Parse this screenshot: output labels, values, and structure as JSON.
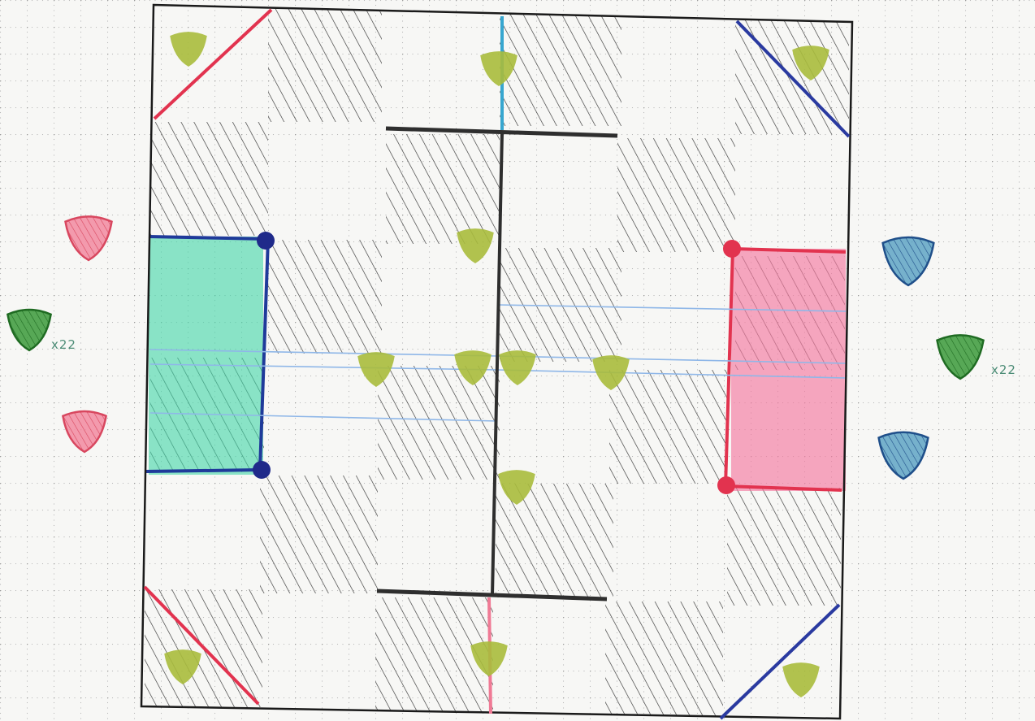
{
  "colors": {
    "paper": "#f7f7f5",
    "grid_dots": "#9a9a9a",
    "outline": "#1a1a1a",
    "hatch": "#2a2a2a",
    "midline": "#2e2e2e",
    "olive_token": "#a9bb3c",
    "green_token": "#3b9a3a",
    "green_token_dark": "#1f6b22",
    "pink_token": "#f28aa0",
    "pink_token_dark": "#d8475f",
    "blue_token": "#5fa4c4",
    "blue_token_dark": "#1f4f8a",
    "teal_zone": "#3fd6a7",
    "teal_zone_edge": "#1f3a9a",
    "pink_zone": "#f47aa0",
    "pink_zone_edge": "#e2334f",
    "red_line": "#e2334f",
    "navy_line": "#2a3aa0",
    "cyan_line": "#37a6cf",
    "light_blue_line": "#8fb7e8"
  },
  "labels": {
    "left_count": "x22",
    "right_count": "x22"
  },
  "icons": {
    "team_token": "rounded-triangle-token",
    "ball_marker": "olive-blob-marker"
  }
}
